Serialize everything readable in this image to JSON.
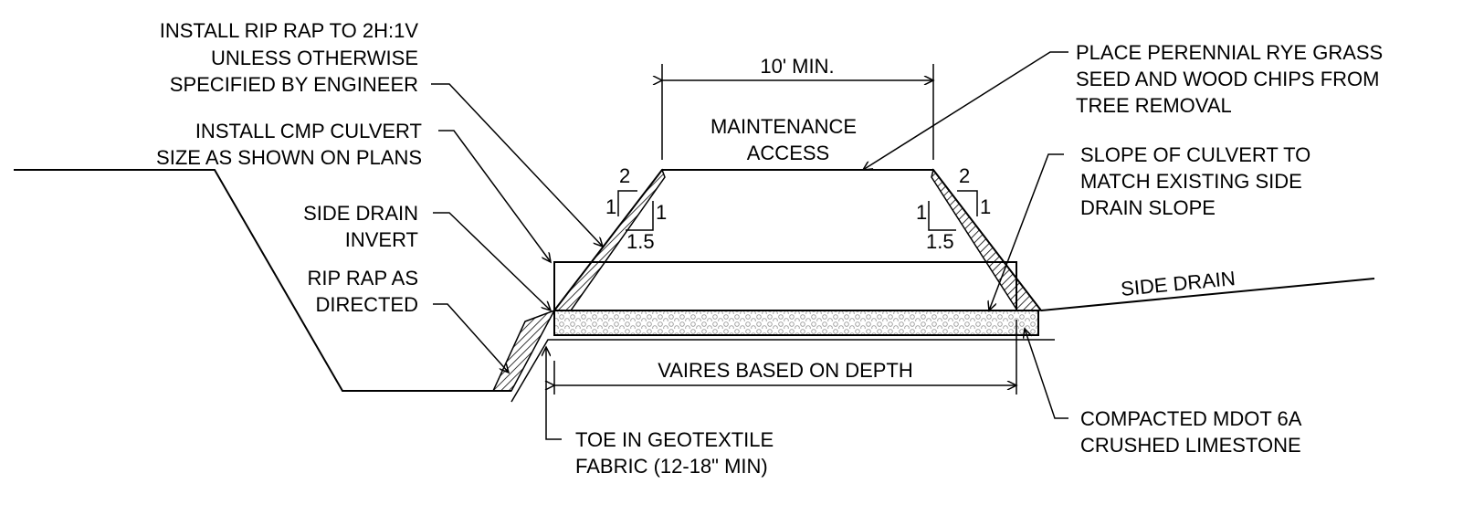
{
  "labels": {
    "riprap_slope": [
      "INSTALL RIP RAP TO 2H:1V",
      "UNLESS OTHERWISE",
      "SPECIFIED BY ENGINEER"
    ],
    "cmp_culvert": [
      "INSTALL CMP CULVERT",
      "SIZE AS SHOWN ON PLANS"
    ],
    "side_drain_invert": [
      "SIDE DRAIN",
      "INVERT"
    ],
    "riprap_directed": [
      "RIP RAP AS",
      "DIRECTED"
    ],
    "top_width": "10' MIN.",
    "maintenance_access": [
      "MAINTENANCE",
      "ACCESS"
    ],
    "grass_seed": [
      "PLACE PERENNIAL RYE GRASS",
      "SEED AND WOOD CHIPS FROM",
      "TREE REMOVAL"
    ],
    "culvert_slope": [
      "SLOPE OF CULVERT TO",
      "MATCH EXISTING SIDE",
      "DRAIN SLOPE"
    ],
    "side_drain": "SIDE DRAIN",
    "base_width": "VAIRES BASED ON DEPTH",
    "geotextile": [
      "TOE IN GEOTEXTILE",
      "FABRIC (12-18\" MIN)"
    ],
    "limestone": [
      "COMPACTED MDOT 6A",
      "CRUSHED LIMESTONE"
    ]
  },
  "slope_marks": {
    "left": {
      "h": "2",
      "v_outer": "1",
      "v_inner": "1",
      "h_inner": "1.5"
    },
    "right": {
      "h": "2",
      "v_outer": "1",
      "v_inner": "1",
      "h_inner": "1.5"
    }
  },
  "colors": {
    "line": "#000000",
    "background": "#ffffff"
  }
}
